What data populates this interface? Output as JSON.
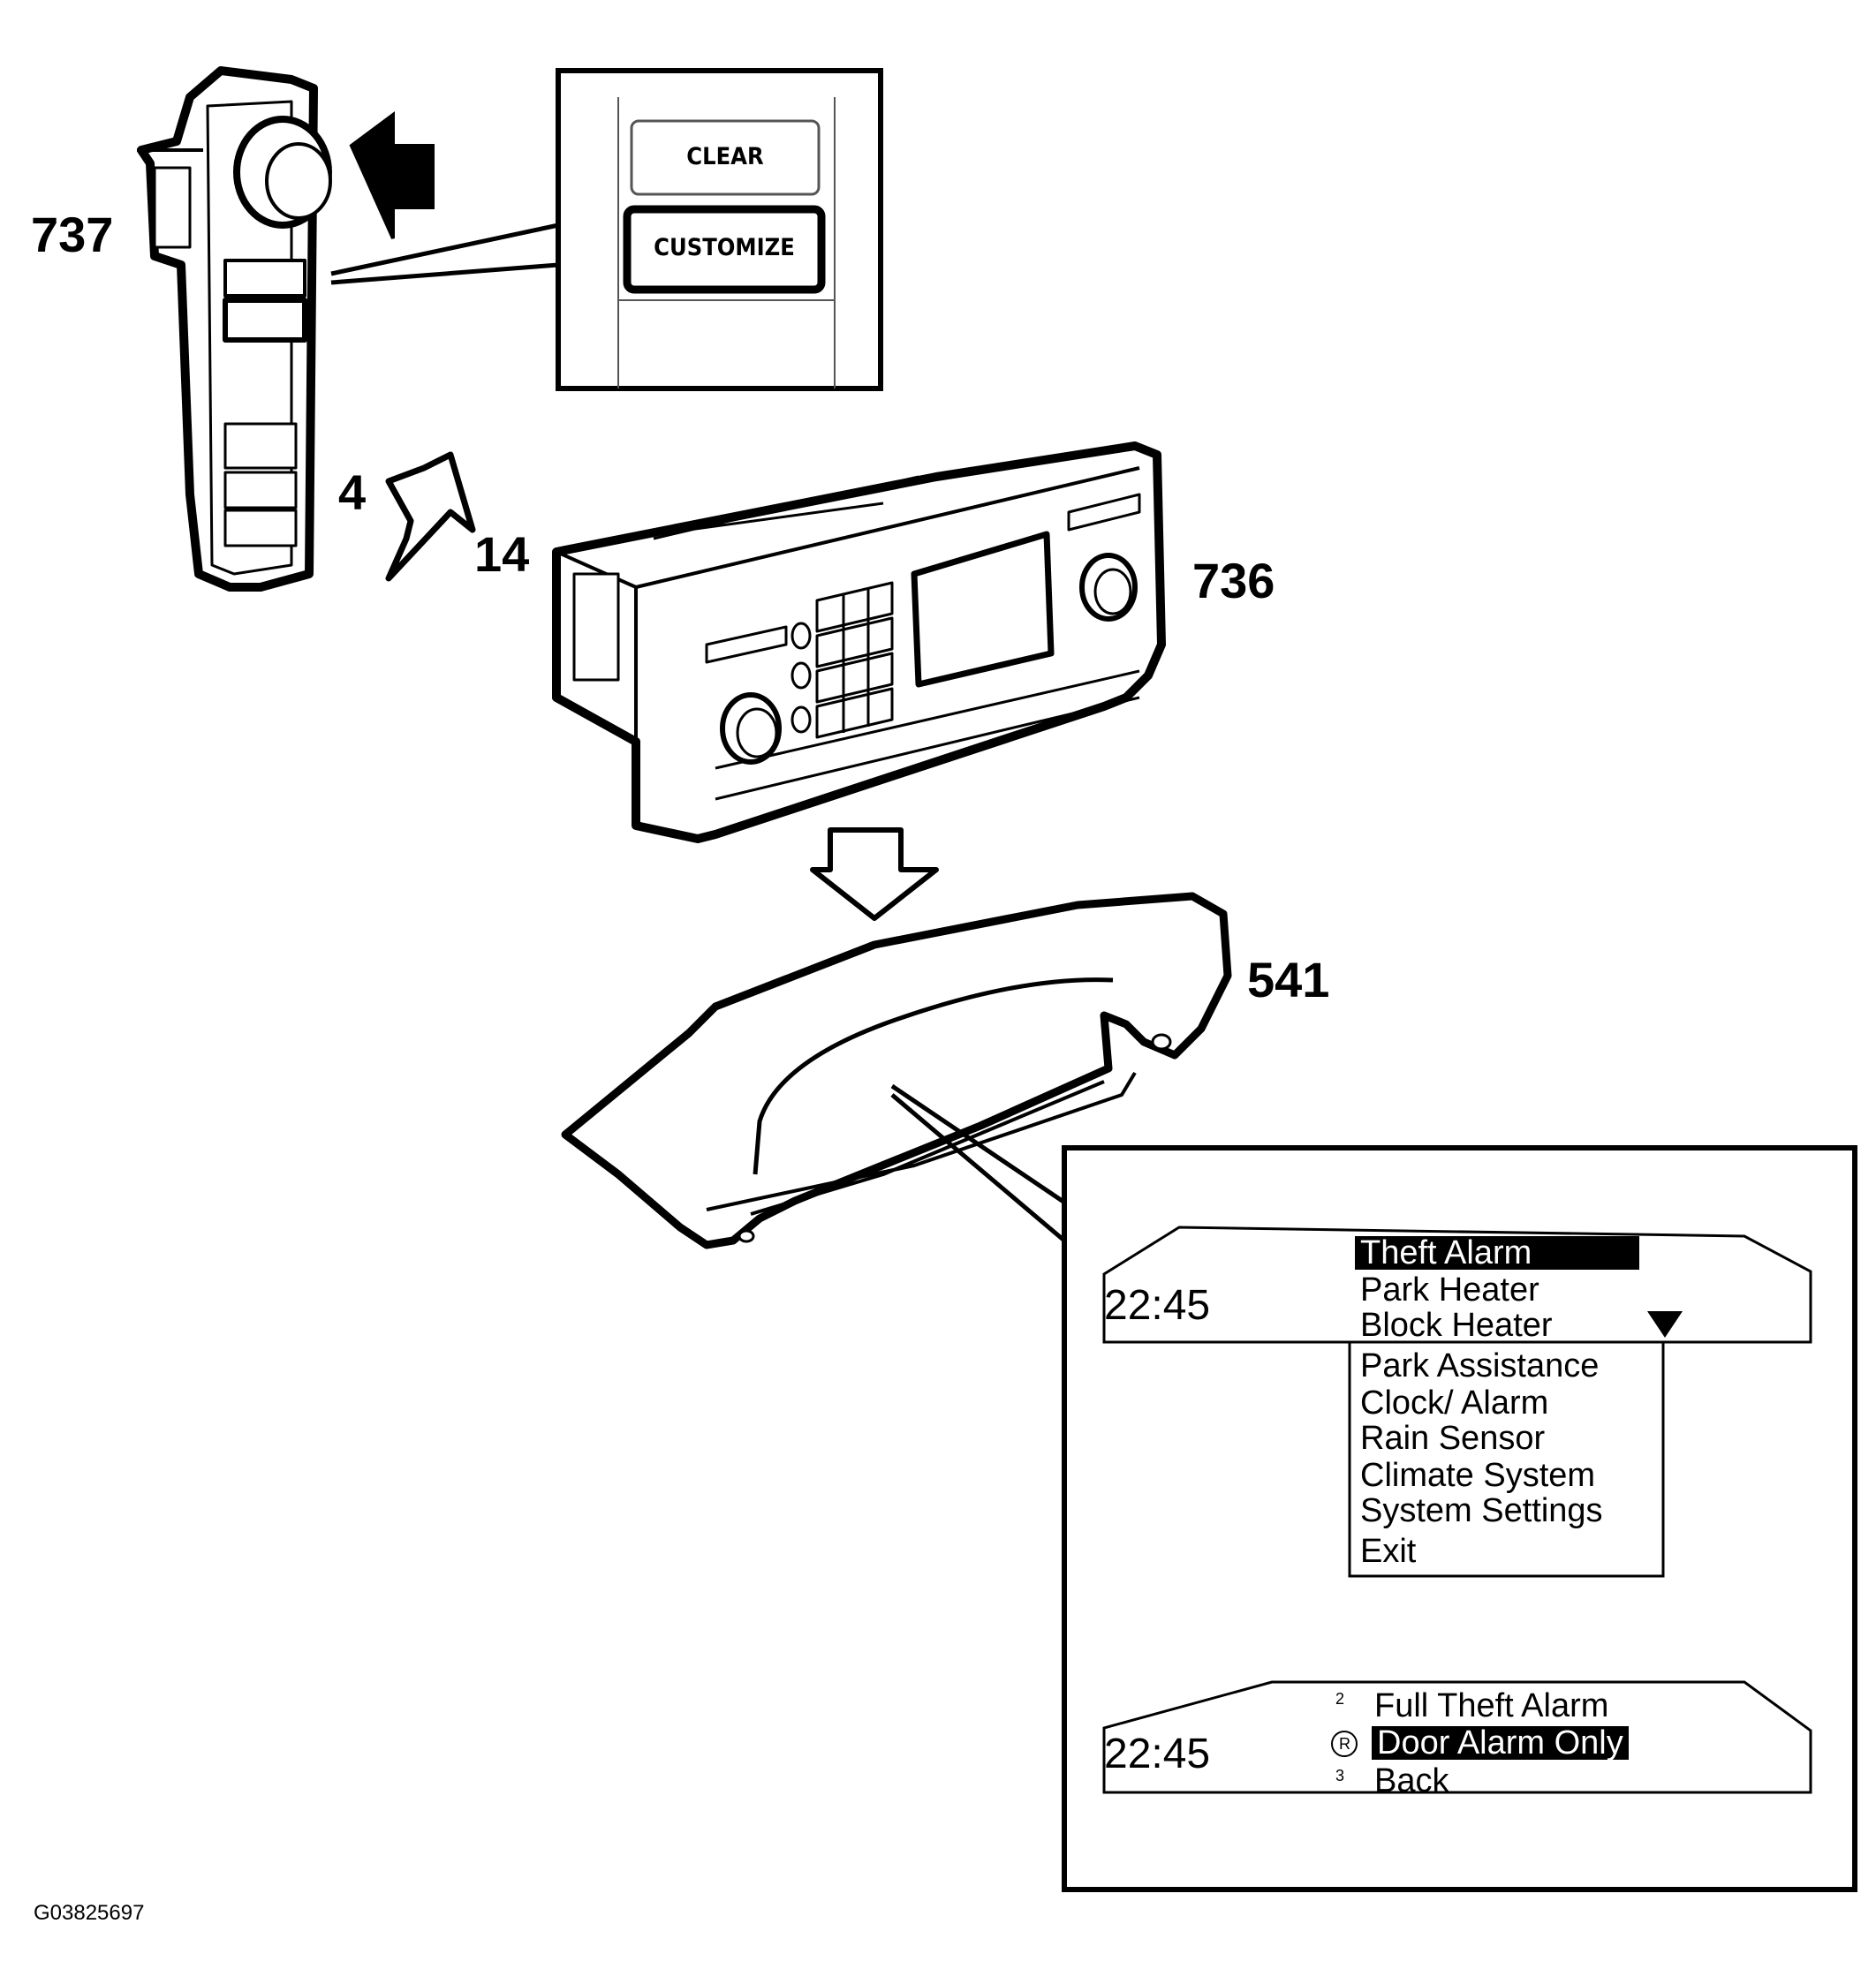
{
  "labels": {
    "part_737": "737",
    "part_736": "736",
    "part_541": "541",
    "step_4": "4",
    "step_14": "14"
  },
  "callout_panel": {
    "clear_button": "CLEAR",
    "customize_button": "CUSTOMIZE"
  },
  "display_main": {
    "clock": "22:45",
    "items": [
      "Theft Alarm",
      "Park Heater",
      "Block Heater"
    ],
    "selected": "Theft Alarm",
    "scroll_indicator": "▼"
  },
  "dropdown": {
    "items": [
      "Park Assistance",
      "Clock/ Alarm",
      "Rain Sensor",
      "Climate System",
      "System Settings",
      "Exit"
    ]
  },
  "display_sub": {
    "clock": "22:45",
    "items": [
      {
        "marker": "2",
        "label": "Full Theft Alarm"
      },
      {
        "marker": "R",
        "label": "Door Alarm Only"
      },
      {
        "marker": "3",
        "label": "Back"
      }
    ],
    "selected": "Door Alarm Only"
  },
  "figure_code": "G03825697"
}
